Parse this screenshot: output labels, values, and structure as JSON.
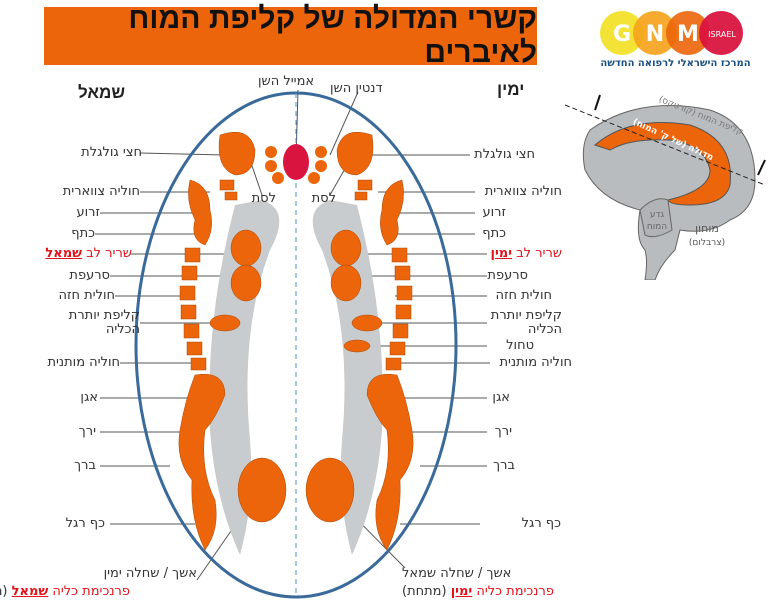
{
  "title": "קשרי המדולה של קליפת המוח לאיברים",
  "logo": {
    "letters": [
      "G",
      "N",
      "M"
    ],
    "israel": "ISRAEL",
    "subtitle": "המרכז הישראלי לרפואה החדשה",
    "colors": [
      "#f2e22c",
      "#f5a21a",
      "#ec650a",
      "#d9143f"
    ]
  },
  "sides": {
    "left": "שמאל",
    "right": "ימין"
  },
  "top_labels": {
    "enamel": "אמייל השן",
    "dentin": "דנטין השן"
  },
  "left_labels": {
    "skull": "חצי גולגלת",
    "jaw": "לסת",
    "cervical": "חוליה צווארית",
    "arm": "זרוע",
    "shoulder": "כתף",
    "heart_prefix": "שריר לב ",
    "heart_side": "שמאל",
    "diaphragm": "סרעפת",
    "thoracic": "חולית חזה",
    "adrenal_1": "קליפת יותרת",
    "adrenal_2": "הכליה",
    "lumbar": "חוליה מותנית",
    "pelvis": "אגן",
    "thigh": "ירך",
    "knee": "ברך",
    "foot": "כף רגל",
    "testis": "אשך / שחלה ימין",
    "kidney_prefix": "פרנכימת כליה ",
    "kidney_side": "שמאל",
    "kidney_suffix": " (מתחת)"
  },
  "right_labels": {
    "skull": "חצי גולגלת",
    "jaw": "לסת",
    "cervical": "חוליה צווארית",
    "arm": "זרוע",
    "shoulder": "כתף",
    "heart_prefix": "שריר לב ",
    "heart_side": "ימין",
    "diaphragm": "סרעפת",
    "thoracic": "חולית חזה",
    "adrenal_1": "קליפת יותרת",
    "adrenal_2": "הכליה",
    "spleen": "טחול",
    "lumbar": "חוליה מותנית",
    "pelvis": "אגן",
    "thigh": "ירך",
    "knee": "ברך",
    "foot": "כף רגל",
    "testis": "אשך / שחלה שמאל",
    "kidney_prefix": "פרנכימת כליה ",
    "kidney_side": "ימין",
    "kidney_suffix": " (מתחת)"
  },
  "brain_inset": {
    "cortex": "קליפת המוח (קורטקס)",
    "medulla": "מדולה (של ק' המוח)",
    "brainstem_1": "גדע",
    "brainstem_2": "המוח",
    "cerebellum_1": "מוחון",
    "cerebellum_2": "(צרבלום)"
  },
  "colors": {
    "orange": "#ec650a",
    "red": "#e0141c",
    "blue": "#3a6a9a",
    "gray": "#c8ccce"
  }
}
